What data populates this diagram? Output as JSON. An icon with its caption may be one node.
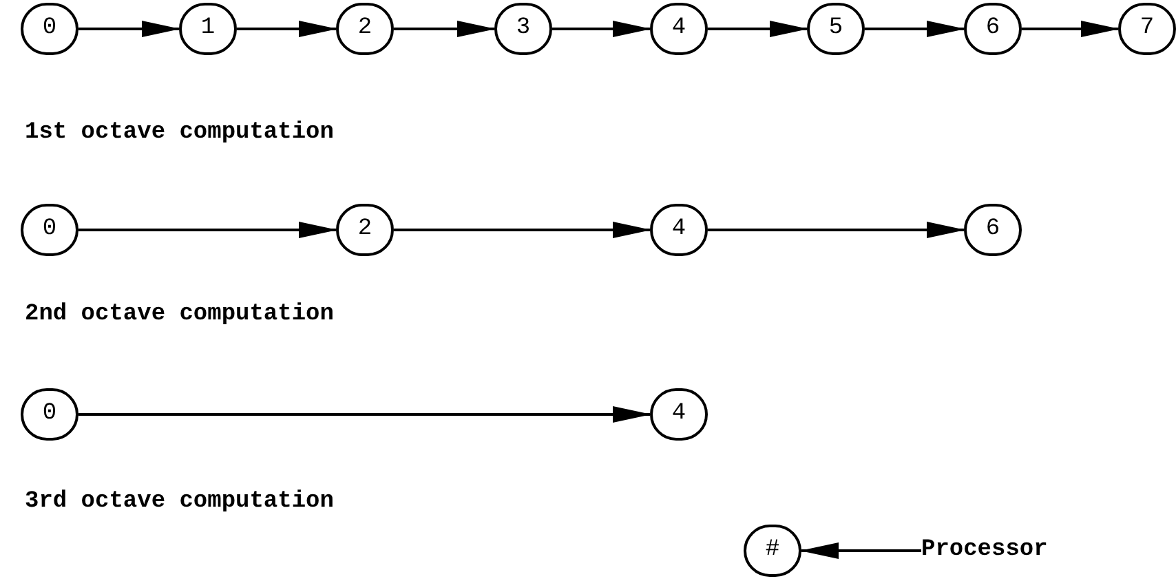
{
  "diagram": {
    "nodes": [
      {
        "text": [
          "0"
        ]
      },
      {
        "text": [
          "1"
        ]
      },
      {
        "text": [
          "2"
        ]
      },
      {
        "text": [
          "3"
        ]
      },
      {
        "text": [
          "4"
        ]
      },
      {
        "text": [
          "5"
        ]
      },
      {
        "text": [
          "6"
        ]
      },
      {
        "text": [
          "7"
        ]
      },
      {
        "text": [
          "0"
        ]
      },
      {
        "text": [
          "2"
        ]
      },
      {
        "text": [
          "4"
        ]
      },
      {
        "text": [
          "6"
        ]
      },
      {
        "text": [
          "0"
        ]
      },
      {
        "text": [
          "4"
        ]
      },
      {
        "text": [
          "#"
        ]
      },
      {
        "text": [
          "Processor"
        ]
      }
    ],
    "edges": [
      {
        "from": 0,
        "to": 1,
        "arrow": "to"
      },
      {
        "from": 1,
        "to": 2,
        "arrow": "to"
      },
      {
        "from": 2,
        "to": 3,
        "arrow": "to"
      },
      {
        "from": 3,
        "to": 4,
        "arrow": "to"
      },
      {
        "from": 4,
        "to": 5,
        "arrow": "to"
      },
      {
        "from": 5,
        "to": 6,
        "arrow": "to"
      },
      {
        "from": 6,
        "to": 7,
        "arrow": "to"
      },
      {
        "from": 8,
        "to": 9,
        "arrow": "to"
      },
      {
        "from": 9,
        "to": 10,
        "arrow": "to"
      },
      {
        "from": 10,
        "to": 11,
        "arrow": "to"
      },
      {
        "from": 12,
        "to": 13,
        "arrow": "to"
      },
      {
        "from": 15,
        "to": 14,
        "arrow": "to"
      }
    ],
    "labels": [
      "1st octave computation",
      "2nd octave computation",
      "3rd octave computation"
    ]
  }
}
